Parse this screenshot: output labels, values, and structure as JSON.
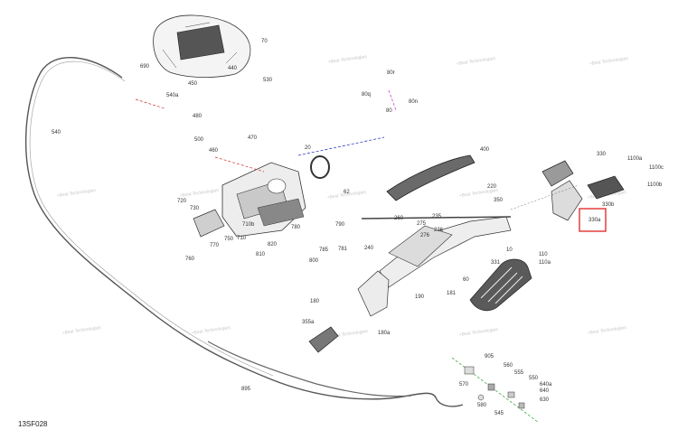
{
  "diagram": {
    "code": "13SF028",
    "watermark": "+Best Technologies",
    "callouts": [
      {
        "id": "70",
        "label": "70"
      },
      {
        "id": "690",
        "label": "690"
      },
      {
        "id": "440",
        "label": "440"
      },
      {
        "id": "450",
        "label": "450"
      },
      {
        "id": "530",
        "label": "530"
      },
      {
        "id": "540a",
        "label": "540a"
      },
      {
        "id": "480",
        "label": "480"
      },
      {
        "id": "500",
        "label": "500"
      },
      {
        "id": "470",
        "label": "470"
      },
      {
        "id": "460",
        "label": "460"
      },
      {
        "id": "540",
        "label": "540"
      },
      {
        "id": "20",
        "label": "20"
      },
      {
        "id": "62",
        "label": "62"
      },
      {
        "id": "720",
        "label": "720"
      },
      {
        "id": "730",
        "label": "730"
      },
      {
        "id": "710b",
        "label": "710b"
      },
      {
        "id": "710",
        "label": "710"
      },
      {
        "id": "750",
        "label": "750"
      },
      {
        "id": "770",
        "label": "770"
      },
      {
        "id": "760",
        "label": "760"
      },
      {
        "id": "780",
        "label": "780"
      },
      {
        "id": "790",
        "label": "790"
      },
      {
        "id": "820",
        "label": "820"
      },
      {
        "id": "810",
        "label": "810"
      },
      {
        "id": "785",
        "label": "785"
      },
      {
        "id": "781",
        "label": "781"
      },
      {
        "id": "800",
        "label": "800"
      },
      {
        "id": "80r",
        "label": "80r"
      },
      {
        "id": "80q",
        "label": "80q"
      },
      {
        "id": "80n",
        "label": "80n"
      },
      {
        "id": "80",
        "label": "80"
      },
      {
        "id": "400",
        "label": "400"
      },
      {
        "id": "220",
        "label": "220"
      },
      {
        "id": "350",
        "label": "350"
      },
      {
        "id": "235",
        "label": "235"
      },
      {
        "id": "260",
        "label": "260"
      },
      {
        "id": "275",
        "label": "275"
      },
      {
        "id": "236",
        "label": "236"
      },
      {
        "id": "240",
        "label": "240"
      },
      {
        "id": "276",
        "label": "276"
      },
      {
        "id": "10",
        "label": "10"
      },
      {
        "id": "331",
        "label": "331"
      },
      {
        "id": "110",
        "label": "110"
      },
      {
        "id": "110a",
        "label": "110a"
      },
      {
        "id": "330",
        "label": "330"
      },
      {
        "id": "1100a",
        "label": "1100a"
      },
      {
        "id": "1100c",
        "label": "1100c"
      },
      {
        "id": "1100b",
        "label": "1100b"
      },
      {
        "id": "330b",
        "label": "330b"
      },
      {
        "id": "330a",
        "label": "330a"
      },
      {
        "id": "181",
        "label": "181"
      },
      {
        "id": "60",
        "label": "60"
      },
      {
        "id": "180",
        "label": "180"
      },
      {
        "id": "190",
        "label": "190"
      },
      {
        "id": "180a",
        "label": "180a"
      },
      {
        "id": "355a",
        "label": "355a"
      },
      {
        "id": "895",
        "label": "895"
      },
      {
        "id": "905",
        "label": "905"
      },
      {
        "id": "560",
        "label": "560"
      },
      {
        "id": "555",
        "label": "555"
      },
      {
        "id": "550",
        "label": "550"
      },
      {
        "id": "640a",
        "label": "640a"
      },
      {
        "id": "640",
        "label": "640"
      },
      {
        "id": "570",
        "label": "570"
      },
      {
        "id": "630",
        "label": "630"
      },
      {
        "id": "580",
        "label": "580"
      },
      {
        "id": "545",
        "label": "545"
      }
    ],
    "highlight_label": "330a",
    "highlight_color": "#e02020"
  }
}
